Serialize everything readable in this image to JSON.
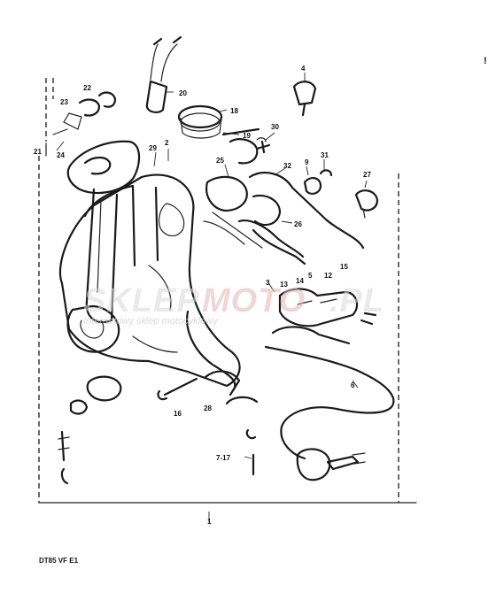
{
  "labels": {
    "l_1": "1",
    "l_2": "2",
    "l_3": "3",
    "l_4": "4",
    "l_5": "5",
    "l_6": "6",
    "l_9": "9",
    "l_12": "12",
    "l_13": "13",
    "l_14": "14",
    "l_15": "15",
    "l_16": "16",
    "l_18": "18",
    "l_19": "19",
    "l_20": "20",
    "l_21": "21",
    "l_22": "22",
    "l_23": "23",
    "l_24": "24",
    "l_25": "25",
    "l_26": "26",
    "l_27": "27",
    "l_28": "28",
    "l_29": "29",
    "l_30": "30",
    "l_31": "31",
    "l_32": "32",
    "l_7_17": "7-17"
  },
  "watermark": {
    "brand_left": "SKLEP",
    "brand_middle": "MOTO",
    "brand_right": ".PL",
    "subtitle": "Internetowy sklep motocyklowy"
  },
  "footer": {
    "model_code": "DT85 VF E1"
  },
  "corner_mark": "!"
}
